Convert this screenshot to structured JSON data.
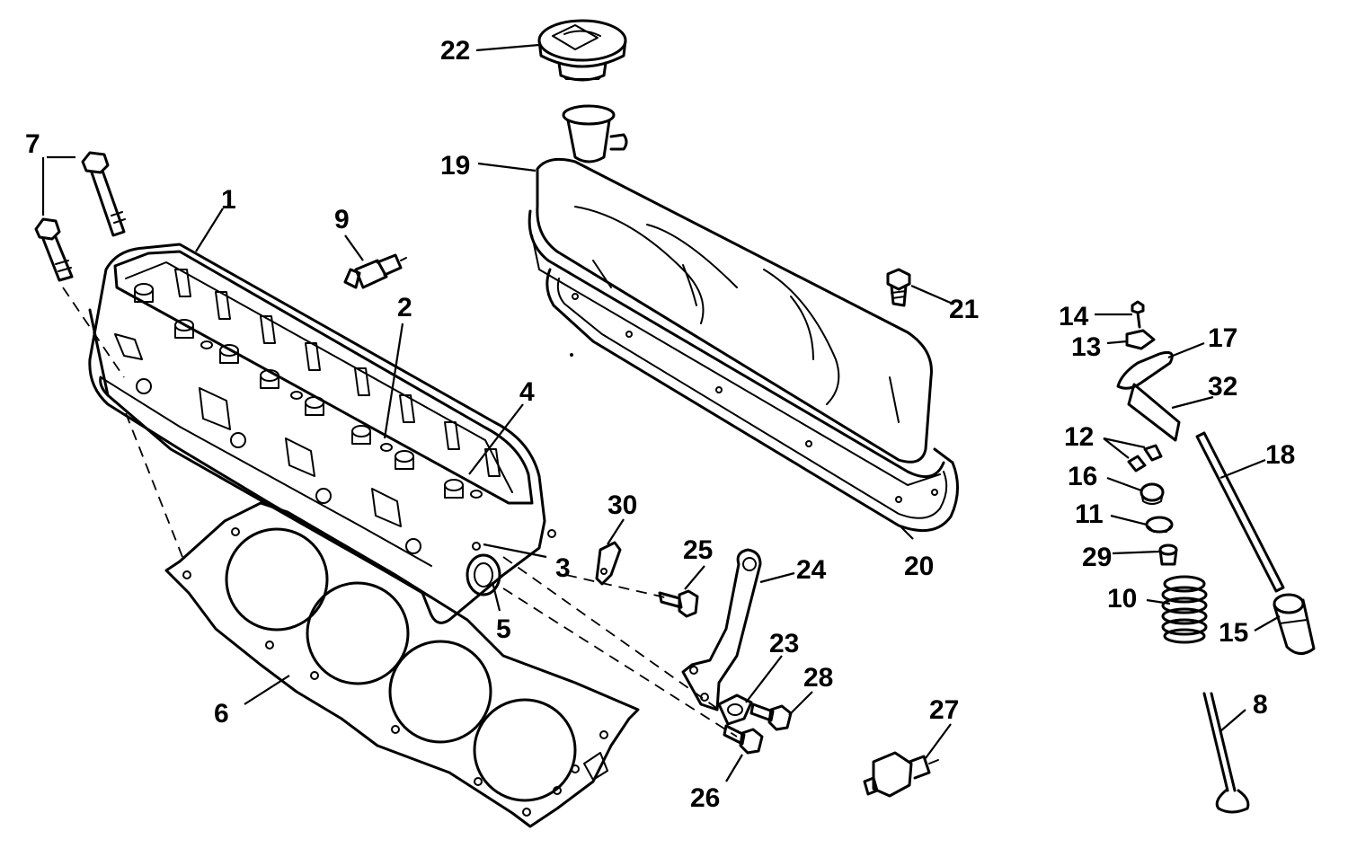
{
  "callouts": [
    {
      "id": "c1",
      "label": "1"
    },
    {
      "id": "c2",
      "label": "2"
    },
    {
      "id": "c3",
      "label": "3"
    },
    {
      "id": "c4",
      "label": "4"
    },
    {
      "id": "c5",
      "label": "5"
    },
    {
      "id": "c6",
      "label": "6"
    },
    {
      "id": "c7",
      "label": "7"
    },
    {
      "id": "c8",
      "label": "8"
    },
    {
      "id": "c9",
      "label": "9"
    },
    {
      "id": "c10",
      "label": "10"
    },
    {
      "id": "c11",
      "label": "11"
    },
    {
      "id": "c12",
      "label": "12"
    },
    {
      "id": "c13",
      "label": "13"
    },
    {
      "id": "c14",
      "label": "14"
    },
    {
      "id": "c15",
      "label": "15"
    },
    {
      "id": "c16",
      "label": "16"
    },
    {
      "id": "c17",
      "label": "17"
    },
    {
      "id": "c18",
      "label": "18"
    },
    {
      "id": "c19",
      "label": "19"
    },
    {
      "id": "c20",
      "label": "20"
    },
    {
      "id": "c21",
      "label": "21"
    },
    {
      "id": "c22",
      "label": "22"
    },
    {
      "id": "c23",
      "label": "23"
    },
    {
      "id": "c24",
      "label": "24"
    },
    {
      "id": "c25",
      "label": "25"
    },
    {
      "id": "c26",
      "label": "26"
    },
    {
      "id": "c27",
      "label": "27"
    },
    {
      "id": "c28",
      "label": "28"
    },
    {
      "id": "c29",
      "label": "29"
    },
    {
      "id": "c30",
      "label": "30"
    },
    {
      "id": "c32",
      "label": "32"
    }
  ]
}
